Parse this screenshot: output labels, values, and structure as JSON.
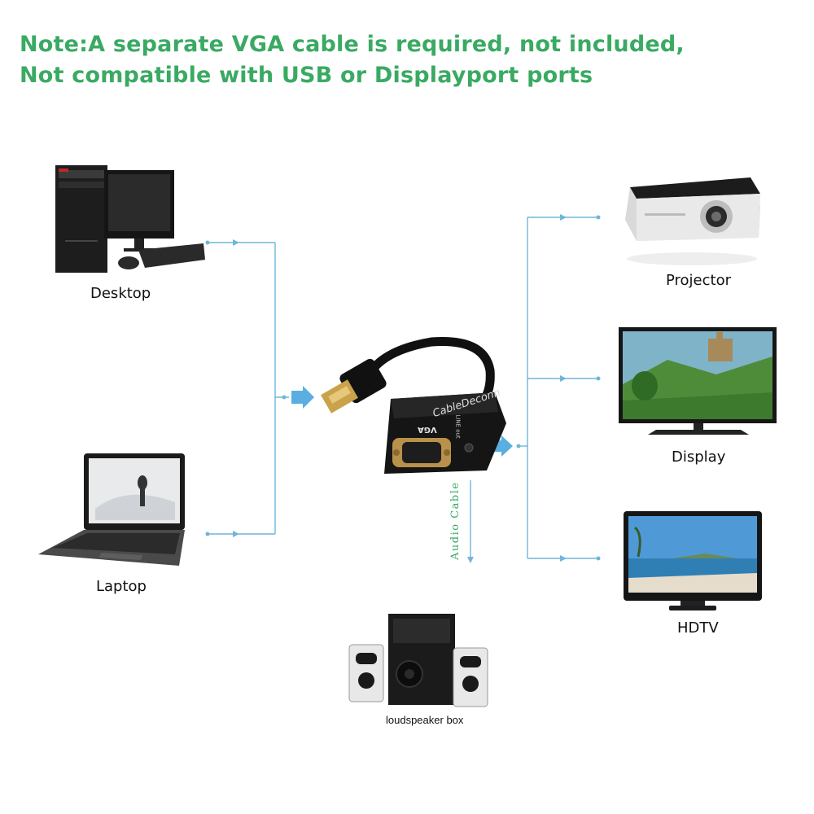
{
  "note": {
    "line1": "Note:A separate VGA cable is required, not included,",
    "line2": "Not compatible with USB or Displayport ports"
  },
  "sources": [
    {
      "label": "Desktop",
      "icon": "desktop-computer-icon"
    },
    {
      "label": "Laptop",
      "icon": "laptop-icon"
    }
  ],
  "outputs": [
    {
      "label": "Projector",
      "icon": "projector-icon"
    },
    {
      "label": "Display",
      "icon": "monitor-icon"
    },
    {
      "label": "HDTV",
      "icon": "tv-icon"
    }
  ],
  "adapter": {
    "brand": "CableDeconn",
    "port_label": "VGA",
    "audio_port_label": "LINE out",
    "audio_cable_label": "Audio Cable"
  },
  "speaker": {
    "label": "loudspeaker box"
  },
  "colors": {
    "note_text": "#3aaa63",
    "connector_line": "#6fb6d8",
    "arrow": "#5aaee0"
  }
}
